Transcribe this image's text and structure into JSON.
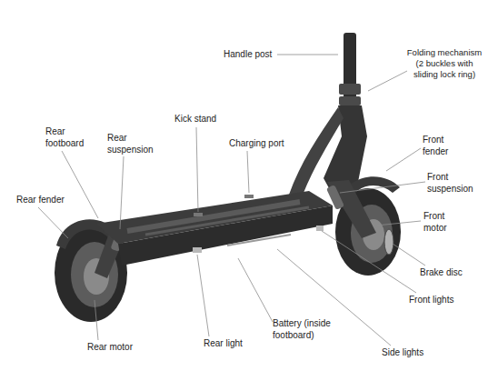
{
  "diagram": {
    "labels": [
      "Handle post",
      "Folding mechanism (2 buckles with sliding lock ring)",
      "Rear footboard",
      "Rear suspension",
      "Kick stand",
      "Charging port",
      "Front fender",
      "Front suspension",
      "Rear fender",
      "Front motor",
      "Brake disc",
      "Front lights",
      "Rear motor",
      "Rear light",
      "Battery (inside footboard)",
      "Side lights"
    ]
  }
}
